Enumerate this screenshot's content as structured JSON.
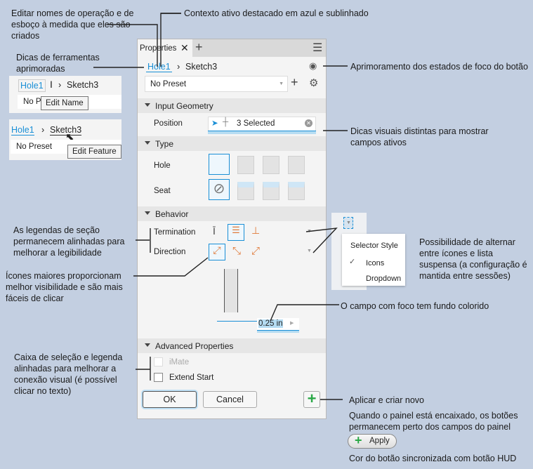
{
  "panel": {
    "tab_label": "Properties",
    "breadcrumb": [
      "Hole1",
      "Sketch3"
    ],
    "preset": "No Preset",
    "sections": {
      "input_geometry": "Input Geometry",
      "type": "Type",
      "behavior": "Behavior",
      "advanced": "Advanced Properties"
    },
    "position_label": "Position",
    "position_value": "3 Selected",
    "hole_label": "Hole",
    "seat_label": "Seat",
    "termination_label": "Termination",
    "direction_label": "Direction",
    "dimension_value": "0.25 in",
    "imate_label": "iMate",
    "extend_start_label": "Extend Start",
    "ok_label": "OK",
    "cancel_label": "Cancel"
  },
  "tooltips": {
    "edit_name": "Edit Name",
    "edit_feature": "Edit Feature",
    "mini_crumb": [
      "Hole1",
      "Sketch3"
    ],
    "mini_preset": "No Preset",
    "mini_preset_trunc": "No P"
  },
  "selector_menu": {
    "title": "Selector Style",
    "items": [
      "Icons",
      "Dropdown"
    ],
    "checked": "Icons"
  },
  "apply_button": "Apply",
  "annotations": {
    "edit_names": "Editar nomes de operação e de esboço à medida que eles são criados",
    "active_context": "Contexto ativo destacado em azul e sublinhado",
    "tooltips": "Dicas de ferramentas aprimoradas",
    "focus_states": "Aprimoramento dos estados de foco do botão",
    "visual_cues": "Dicas visuais distintas para mostrar campos ativos",
    "section_labels": "As legendas de seção permanecem alinhadas para melhorar a legibilidade",
    "toggle": "Possibilidade de alternar entre ícones e lista suspensa (a configuração é mantida entre sessões)",
    "bigger_icons": "Ícones maiores proporcionam melhor visibilidade e são mais fáceis de clicar",
    "focused_field": "O campo com foco tem fundo colorido",
    "checkbox": "Caixa de seleção e legenda alinhadas para melhorar a conexão visual (é possível clicar no texto)",
    "apply_new": "Aplicar e criar novo",
    "docked": "Quando o painel está encaixado, os botões permanecem perto dos campos do painel",
    "hud_color": "Cor do botão sincronizada com botão HUD"
  },
  "colors": {
    "accent": "#1a8fd6",
    "background": "#c3cfe1",
    "green": "#2aa846",
    "orange": "#e07a3a"
  }
}
